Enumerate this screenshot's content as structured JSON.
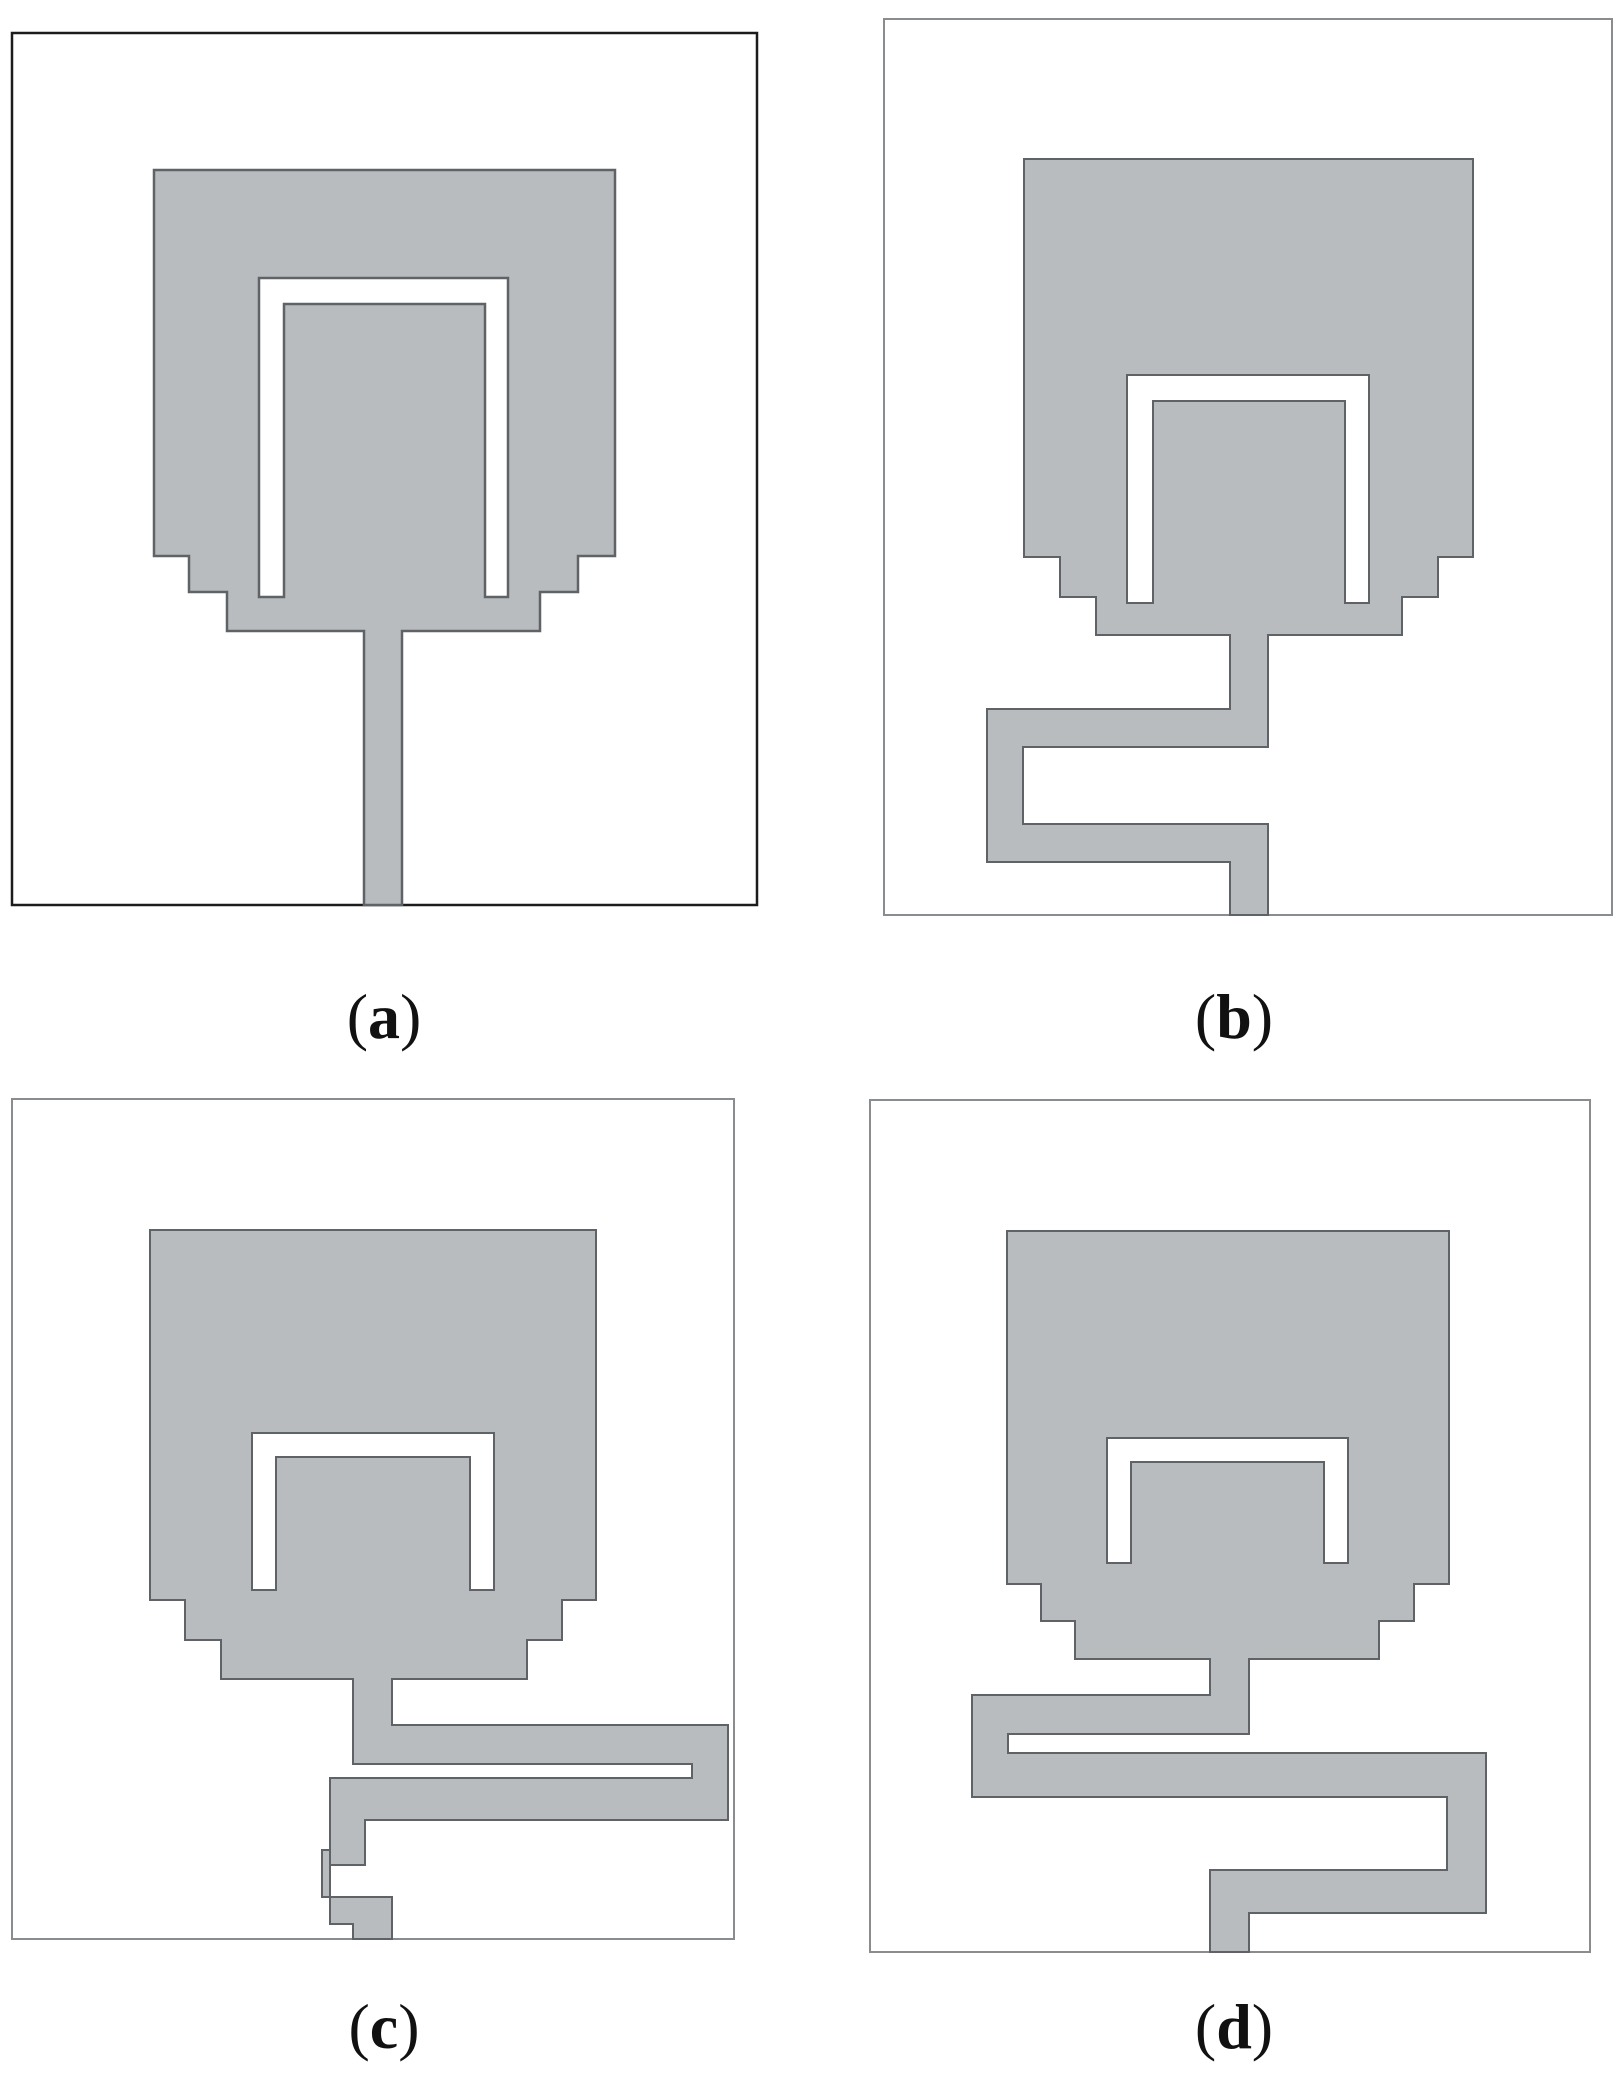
{
  "colors": {
    "patch_fill": "#b9bcbf",
    "patch_edge": "#5f6266",
    "slot_fill": "#ffffff",
    "frame": "#6e7175",
    "frame_a": "#1c1c1c"
  },
  "panels": [
    {
      "id": "a",
      "label": "a",
      "open": "(",
      "close": ")"
    },
    {
      "id": "b",
      "label": "b",
      "open": "(",
      "close": ")"
    },
    {
      "id": "c",
      "label": "c",
      "open": "(",
      "close": ")"
    },
    {
      "id": "d",
      "label": "d",
      "open": "(",
      "close": ")"
    }
  ]
}
